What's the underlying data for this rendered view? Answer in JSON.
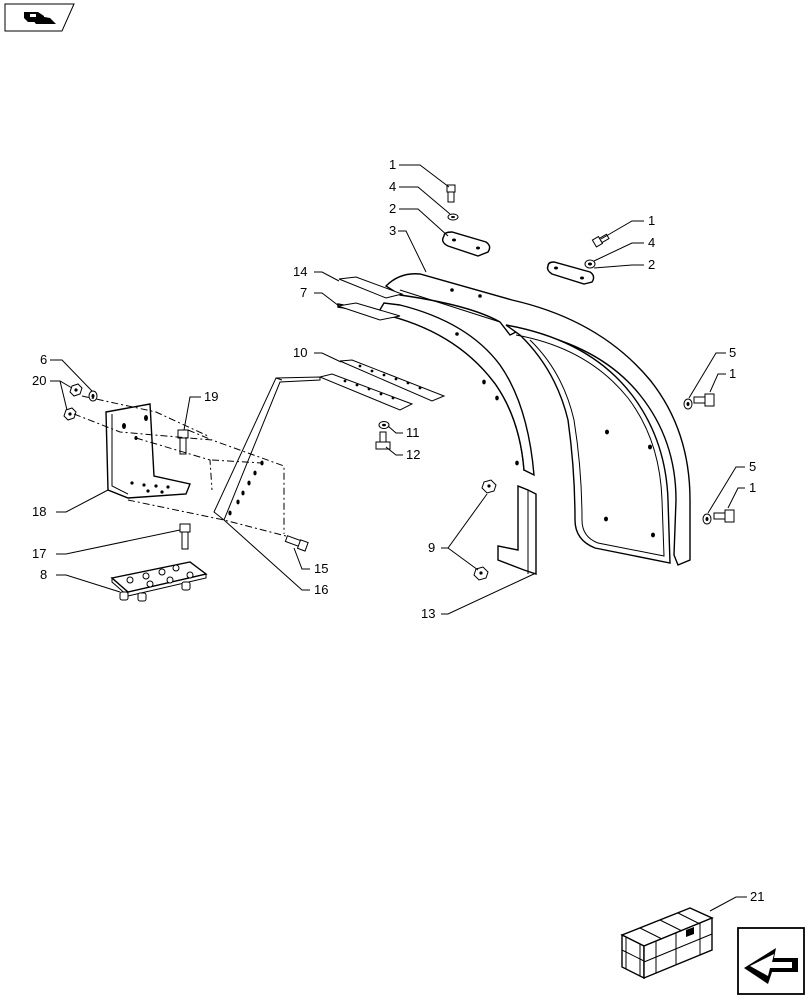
{
  "diagram": {
    "callouts": [
      {
        "id": "c1a",
        "label": "1"
      },
      {
        "id": "c4a",
        "label": "4"
      },
      {
        "id": "c2a",
        "label": "2"
      },
      {
        "id": "c3",
        "label": "3"
      },
      {
        "id": "c1b",
        "label": "1"
      },
      {
        "id": "c4b",
        "label": "4"
      },
      {
        "id": "c2b",
        "label": "2"
      },
      {
        "id": "c14",
        "label": "14"
      },
      {
        "id": "c7",
        "label": "7"
      },
      {
        "id": "c10",
        "label": "10"
      },
      {
        "id": "c6",
        "label": "6"
      },
      {
        "id": "c20",
        "label": "20"
      },
      {
        "id": "c19",
        "label": "19"
      },
      {
        "id": "c5a",
        "label": "5"
      },
      {
        "id": "c1c",
        "label": "1"
      },
      {
        "id": "c11",
        "label": "11"
      },
      {
        "id": "c12",
        "label": "12"
      },
      {
        "id": "c5b",
        "label": "5"
      },
      {
        "id": "c1d",
        "label": "1"
      },
      {
        "id": "c18",
        "label": "18"
      },
      {
        "id": "c9",
        "label": "9"
      },
      {
        "id": "c17",
        "label": "17"
      },
      {
        "id": "c15",
        "label": "15"
      },
      {
        "id": "c8",
        "label": "8"
      },
      {
        "id": "c16",
        "label": "16"
      },
      {
        "id": "c13",
        "label": "13"
      },
      {
        "id": "c21",
        "label": "21"
      }
    ],
    "icons": {
      "top_left": "part-kit-icon",
      "crate": "shipping-crate-icon",
      "next_page": "next-page-arrow-icon"
    }
  }
}
